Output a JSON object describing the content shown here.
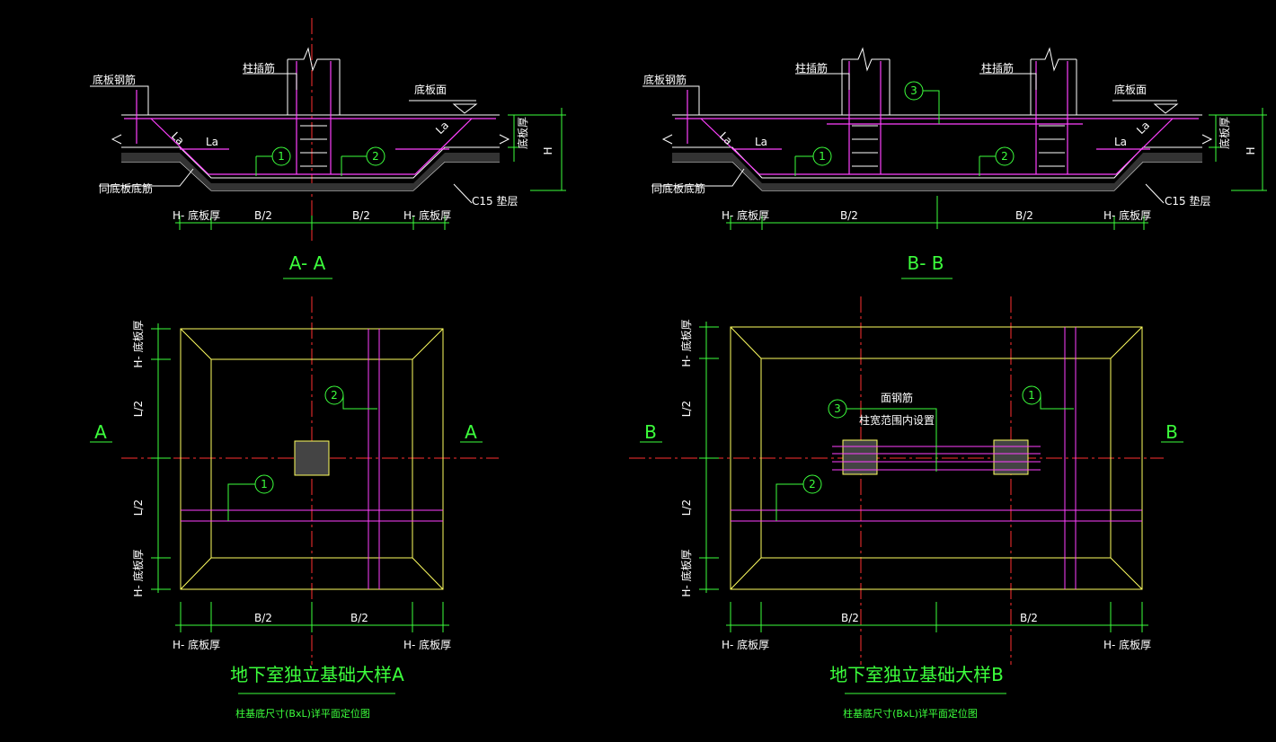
{
  "labels": {
    "slab_bar": "底板钢筋",
    "column_bar": "柱插筋",
    "slab_top": "底板面",
    "la": "La",
    "same_slab_bar": "同底板底筋",
    "cushion": "C15 垫层",
    "slab_thick": "底板厚",
    "h": "H",
    "h_slab": "H- 底板厚",
    "b_half": "B/2",
    "l_half": "L/2",
    "face_bar": "面钢筋",
    "within_col": "柱宽范围内设置"
  },
  "callouts": {
    "c1": "1",
    "c2": "2",
    "c3": "3"
  },
  "sections": {
    "a_title": "A- A",
    "b_title": "B- B",
    "a_mark": "A",
    "b_mark": "B"
  },
  "titles": {
    "a_main": "地下室独立基础大样A",
    "a_sub": "柱基底尺寸(BxL)详平面定位图",
    "b_main": "地下室独立基础大样B",
    "b_sub": "柱基底尺寸(BxL)详平面定位图"
  },
  "colors": {
    "white": "#ffffff",
    "green": "#3cff3c",
    "magenta": "#ff40ff",
    "red": "#ff3030",
    "yellow": "#ffff60"
  }
}
